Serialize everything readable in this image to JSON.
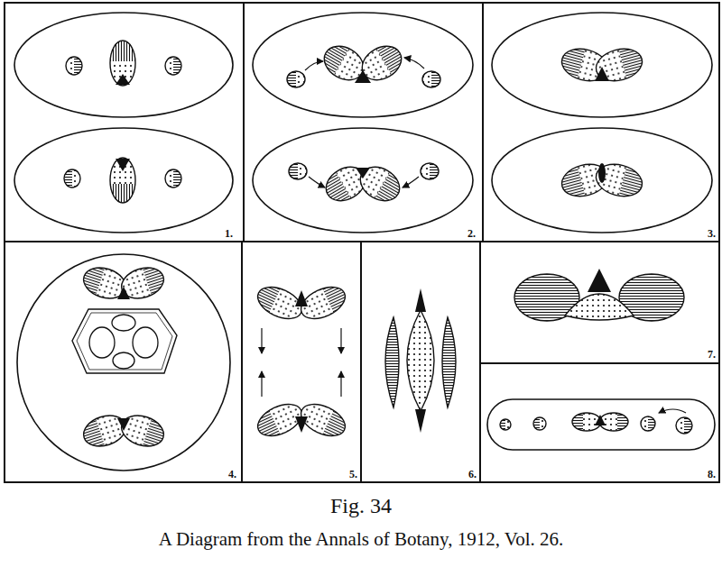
{
  "diagram": {
    "title": "Fig. 34",
    "caption": "A Diagram from the Annals of Botany, 1912, Vol. 26.",
    "labels": [
      "1.",
      "2.",
      "3.",
      "4.",
      "5.",
      "6.",
      "7.",
      "8."
    ]
  }
}
